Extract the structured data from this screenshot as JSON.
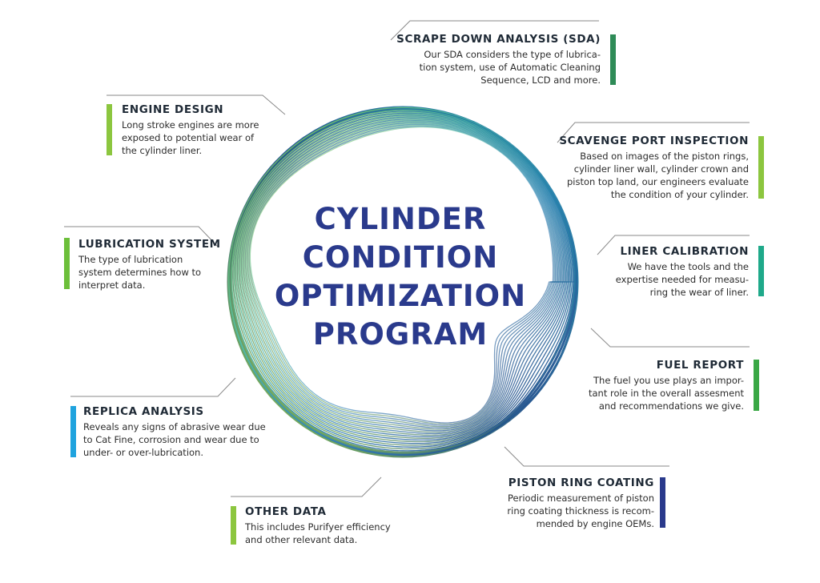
{
  "title_lines": [
    "CYLINDER",
    "CONDITION",
    "OPTIMIZATION",
    "PROGRAM"
  ],
  "colors": {
    "title": "#2a3a8c",
    "dark_green": "#2e8b57",
    "light_green": "#8cc63f",
    "green": "#6cbf3a",
    "teal": "#1fa98a",
    "fuel_green": "#3aa845",
    "navy": "#2a3a8c",
    "blue": "#1fa3de"
  },
  "items": {
    "sda": {
      "title": "SCRAPE DOWN ANALYSIS (SDA)",
      "desc": [
        "Our SDA considers the type of lubrica-",
        "tion system, use of Automatic Cleaning",
        "Sequence, LCD and more."
      ]
    },
    "engine_design": {
      "title": "ENGINE DESIGN",
      "desc": [
        "Long stroke engines are more",
        "exposed to potential wear of",
        "the cylinder liner."
      ]
    },
    "scavenge": {
      "title": "SCAVENGE PORT INSPECTION",
      "desc": [
        "Based on images of the piston rings,",
        "cylinder liner wall, cylinder crown and",
        "piston top land, our engineers evaluate",
        "the condition of your cylinder."
      ]
    },
    "lubrication": {
      "title": "LUBRICATION SYSTEM",
      "desc": [
        "The type of lubrication",
        "system determines how to",
        "interpret data."
      ]
    },
    "liner": {
      "title": "LINER CALIBRATION",
      "desc": [
        "We have the tools and the",
        "expertise needed for measu-",
        "ring the wear of liner."
      ]
    },
    "fuel": {
      "title": "FUEL REPORT",
      "desc": [
        "The fuel you use plays an impor-",
        "tant role in the overall assesment",
        "and recommendations we give."
      ]
    },
    "replica": {
      "title": "REPLICA ANALYSIS",
      "desc": [
        "Reveals any signs of abrasive wear due",
        "to Cat Fine, corrosion and wear due to",
        "under- or over-lubrication."
      ]
    },
    "piston": {
      "title": "PISTON RING COATING",
      "desc": [
        "Periodic measurement of piston",
        "ring coating thickness is recom-",
        "mended by engine OEMs."
      ]
    },
    "other": {
      "title": "OTHER DATA",
      "desc": [
        "This includes Purifyer efficiency",
        "and other relevant data."
      ]
    }
  }
}
